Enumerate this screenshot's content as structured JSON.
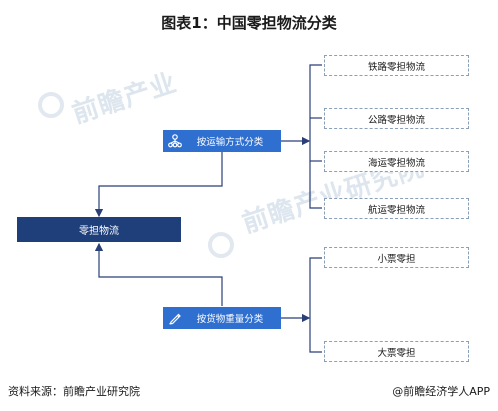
{
  "title": "图表1：中国零担物流分类",
  "root": "零担物流",
  "categories": [
    {
      "label": "按运输方式分类",
      "icon": "network-icon"
    },
    {
      "label": "按货物重量分类",
      "icon": "pen-icon"
    }
  ],
  "transport_leaves": [
    "铁路零担物流",
    "公路零担物流",
    "海运零担物流",
    "航运零担物流"
  ],
  "weight_leaves": [
    "小票零担",
    "大票零担"
  ],
  "footer": {
    "source": "资料来源：前瞻产业研究院",
    "credit": "@前瞻经济学人APP"
  },
  "colors": {
    "root": "#1f3f7a",
    "category": "#2e6fd0",
    "line": "#2a3f77"
  }
}
